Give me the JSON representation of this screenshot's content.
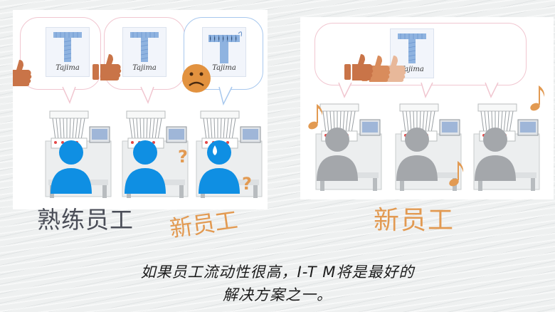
{
  "logos": {
    "left_1": "Tajima",
    "left_2": "Tajima",
    "left_3": "Tajima",
    "right": "Tajima"
  },
  "labels": {
    "skilled_staff": "熟练员工",
    "new_staff_left": "新员工",
    "new_staff_right": "新员工"
  },
  "caption": {
    "line1": "如果员工流动性很高，I-T M将是最好的",
    "line2": "解决方案之一。"
  },
  "icons": [
    "thumbs-up-icon",
    "sad-face-icon",
    "question-mark-icon",
    "music-note-icon",
    "person-icon",
    "sweat-drop-icon",
    "embroidery-machine-icon",
    "thread-spool-icon"
  ],
  "colors": {
    "skilled_person": "#0f8fe3",
    "new_person": "#a4a7ab",
    "accent_orange": "#e29a52",
    "bubble_pink": "#f1c6d0",
    "bubble_blue": "#a8c8ee",
    "thumb_brown": "#c97448"
  }
}
